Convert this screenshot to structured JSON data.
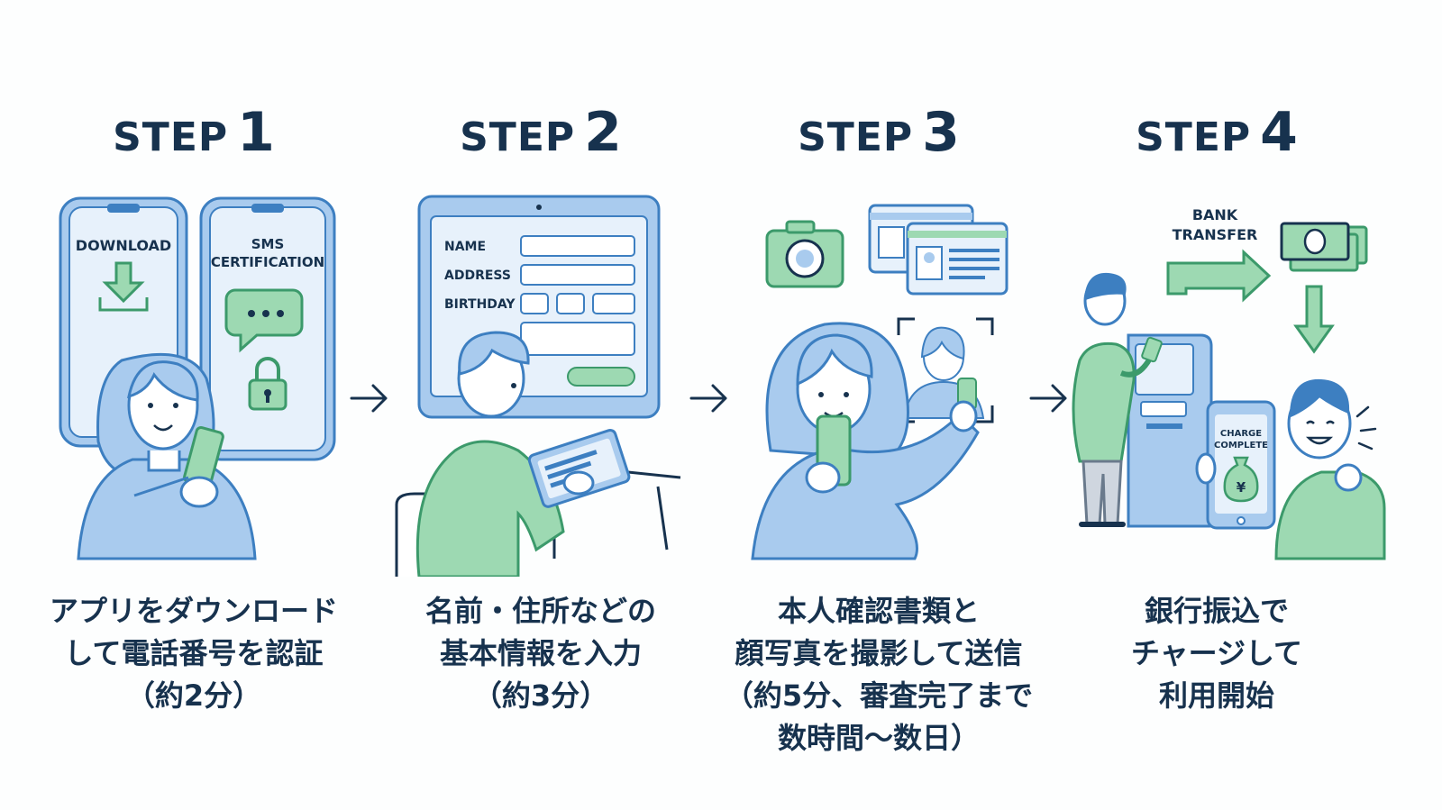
{
  "colors": {
    "navy": "#17324e",
    "blue_line": "#3d7fc1",
    "blue_fill": "#a9cbee",
    "pale_blue": "#e7f1fb",
    "green_fill": "#9dd9b2",
    "green_line": "#3c9a6b"
  },
  "steps": [
    {
      "word": "STEP",
      "num": "1",
      "phone_labels": [
        "DOWNLOAD",
        "SMS",
        "CERTIFICATION"
      ],
      "desc": [
        "アプリをダウンロード",
        "して電話番号を認証",
        "（約2分）"
      ]
    },
    {
      "word": "STEP",
      "num": "2",
      "form_labels": [
        "NAME",
        "ADDRESS",
        "BIRTHDAY"
      ],
      "desc": [
        "名前・住所などの",
        "基本情報を入力",
        "（約3分）"
      ]
    },
    {
      "word": "STEP",
      "num": "3",
      "desc": [
        "本人確認書類と",
        "顔写真を撮影して送信",
        "（約5分、審査完了まで",
        "数時間〜数日）"
      ]
    },
    {
      "word": "STEP",
      "num": "4",
      "transfer_label": [
        "BANK",
        "TRANSFER"
      ],
      "charge_label": [
        "CHARGE",
        "COMPLETE"
      ],
      "yen": "¥",
      "desc": [
        "銀行振込で",
        "チャージして",
        "利用開始"
      ]
    }
  ],
  "arrows": [
    "arrow-right-icon",
    "arrow-right-icon",
    "arrow-right-icon"
  ]
}
